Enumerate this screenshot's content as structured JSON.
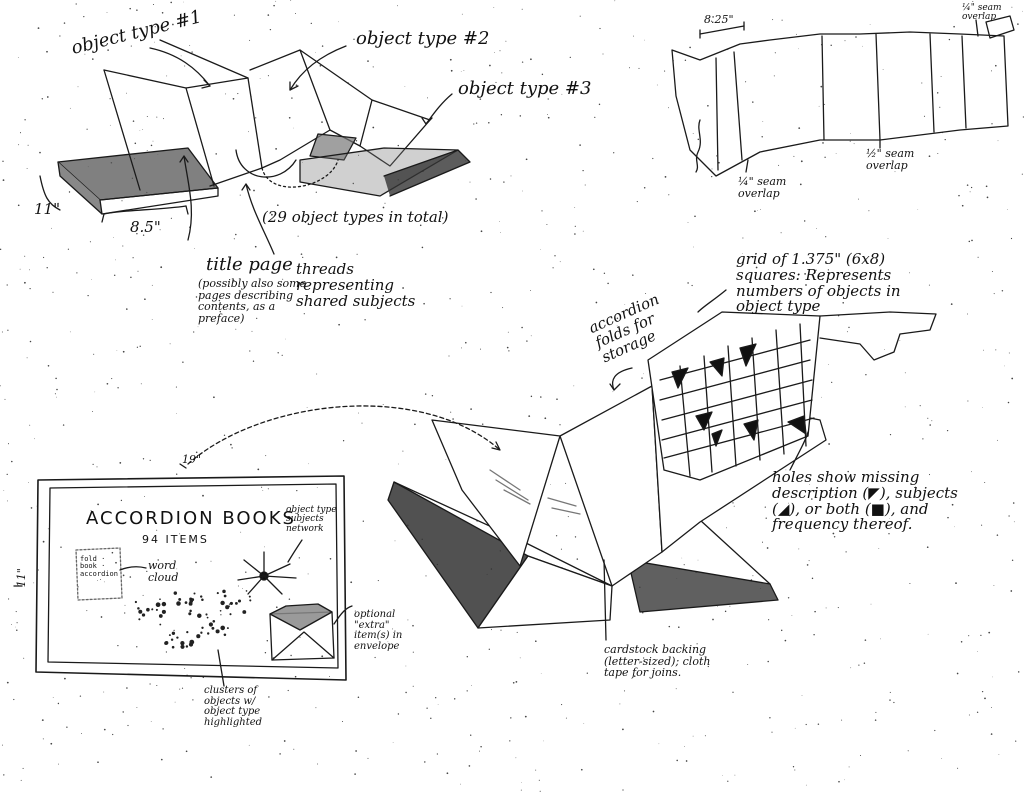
{
  "top_left": {
    "label_object_type_1": "object type #1",
    "label_object_type_2": "object type #2",
    "label_object_type_3": "object type #3",
    "label_total": "(29 object types in total)",
    "dimension_height": "11\"",
    "dimension_width": "8.5\"",
    "title_page": "title page",
    "title_page_note": "(possibly also some pages describing contents, as a preface)",
    "threads": "threads representing shared subjects"
  },
  "top_right": {
    "dimension_panel": "8.25\"",
    "seam_top": "¼\" seam overlap",
    "seam_middle": "½\" seam overlap",
    "seam_bottom": "¼\" seam overlap"
  },
  "middle": {
    "grid_note": "grid of 1.375\" (6x8) squares: Represents numbers of objects in object type",
    "accordion_folds": "accordion folds for storage",
    "holes_note": "holes show missing description (◤), subjects (◢), or both (■), and frequency thereof.",
    "cardstock_note": "cardstock backing (letter-sized); cloth tape for joins."
  },
  "bottom_left": {
    "dimension_width": "19\"",
    "dimension_height": "11\"",
    "book_title": "ACCORDION BOOKS",
    "book_subtitle": "94 ITEMS",
    "word_cloud": "word cloud",
    "word_cloud_words": "fold · book · accordion",
    "network": "object type subjects network",
    "optional_extra": "optional \"extra\" item(s) in envelope",
    "clusters": "clusters of objects w/ object type highlighted"
  }
}
